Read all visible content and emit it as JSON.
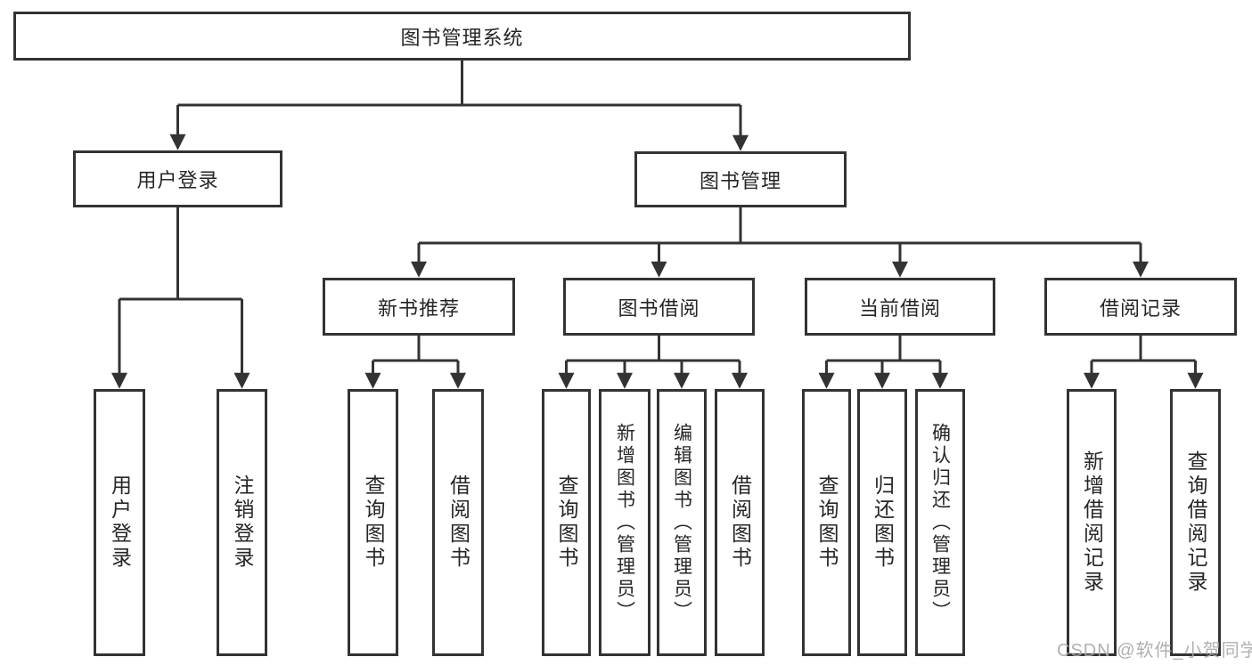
{
  "colors": {
    "background": "#ffffff",
    "line": "#333333",
    "box_border": "#333333",
    "text": "#262626",
    "watermark": "#a8a8a8"
  },
  "watermark": {
    "text": "CSDN @软件_小贺同学"
  },
  "diagram": {
    "root": {
      "label": "图书管理系统"
    },
    "branches": [
      {
        "label": "用户登录",
        "children": [
          {
            "label": "用户登录"
          },
          {
            "label": "注销登录"
          }
        ]
      },
      {
        "label": "图书管理",
        "children": [
          {
            "label": "新书推荐",
            "children": [
              {
                "label": "查询图书"
              },
              {
                "label": "借阅图书"
              }
            ]
          },
          {
            "label": "图书借阅",
            "children": [
              {
                "label": "查询图书"
              },
              {
                "label": "新增图书（管理员）"
              },
              {
                "label": "编辑图书（管理员）"
              },
              {
                "label": "借阅图书"
              }
            ]
          },
          {
            "label": "当前借阅",
            "children": [
              {
                "label": "查询图书"
              },
              {
                "label": "归还图书"
              },
              {
                "label": "确认归还（管理员）"
              }
            ]
          },
          {
            "label": "借阅记录",
            "children": [
              {
                "label": "新增借阅记录"
              },
              {
                "label": "查询借阅记录"
              }
            ]
          }
        ]
      }
    ]
  }
}
